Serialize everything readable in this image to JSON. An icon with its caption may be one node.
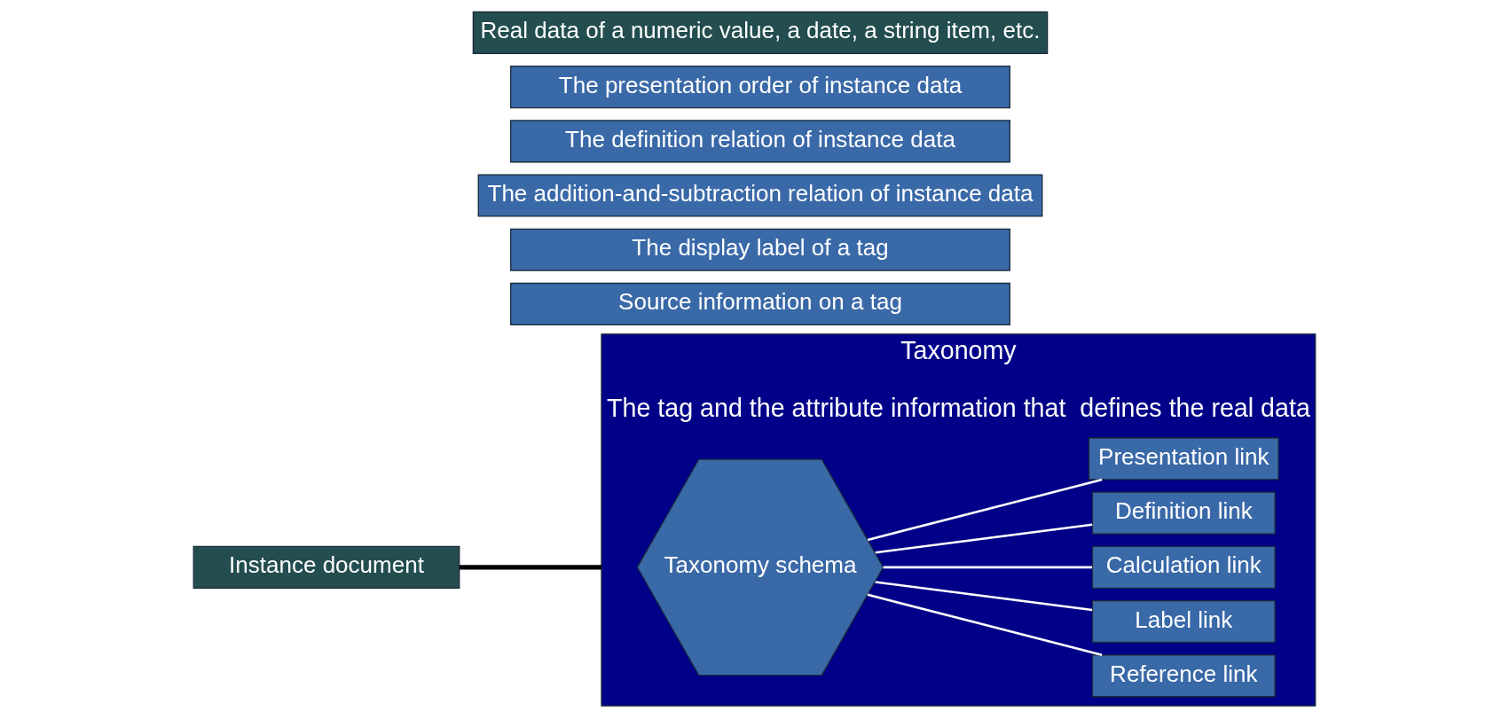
{
  "diagram": {
    "nodes": [
      {
        "text": [
          "Instance document"
        ]
      },
      {
        "text": [
          "Real data of a numeric value, a date, a string item, etc."
        ]
      },
      {
        "text": [
          "Taxonomy",
          "The tag and the attribute information that  defines the real data"
        ]
      },
      {
        "text": [
          "Taxonomy schema"
        ],
        "in": 2
      },
      {
        "text": [
          "Presentation link"
        ],
        "in": 2
      },
      {
        "text": [
          "Definition link"
        ],
        "in": 2
      },
      {
        "text": [
          "Calculation link"
        ],
        "in": 2
      },
      {
        "text": [
          "Label link"
        ],
        "in": 2
      },
      {
        "text": [
          "Reference link"
        ],
        "in": 2
      },
      {
        "text": [
          "The presentation order of instance data"
        ]
      },
      {
        "text": [
          "The definition relation of instance data"
        ]
      },
      {
        "text": [
          "The addition-and-subtraction relation of instance data"
        ]
      },
      {
        "text": [
          "The display label of a tag"
        ]
      },
      {
        "text": [
          "Source information on a tag"
        ]
      }
    ],
    "edges": [
      {
        "from": 0,
        "to": 2,
        "arrow": "none",
        "style": "thick",
        "color": "#000000"
      },
      {
        "from": 3,
        "to": 4,
        "arrow": "none"
      },
      {
        "from": 3,
        "to": 5,
        "arrow": "none"
      },
      {
        "from": 3,
        "to": 6,
        "arrow": "none"
      },
      {
        "from": 3,
        "to": 7,
        "arrow": "none"
      },
      {
        "from": 3,
        "to": 8,
        "arrow": "none"
      }
    ]
  }
}
